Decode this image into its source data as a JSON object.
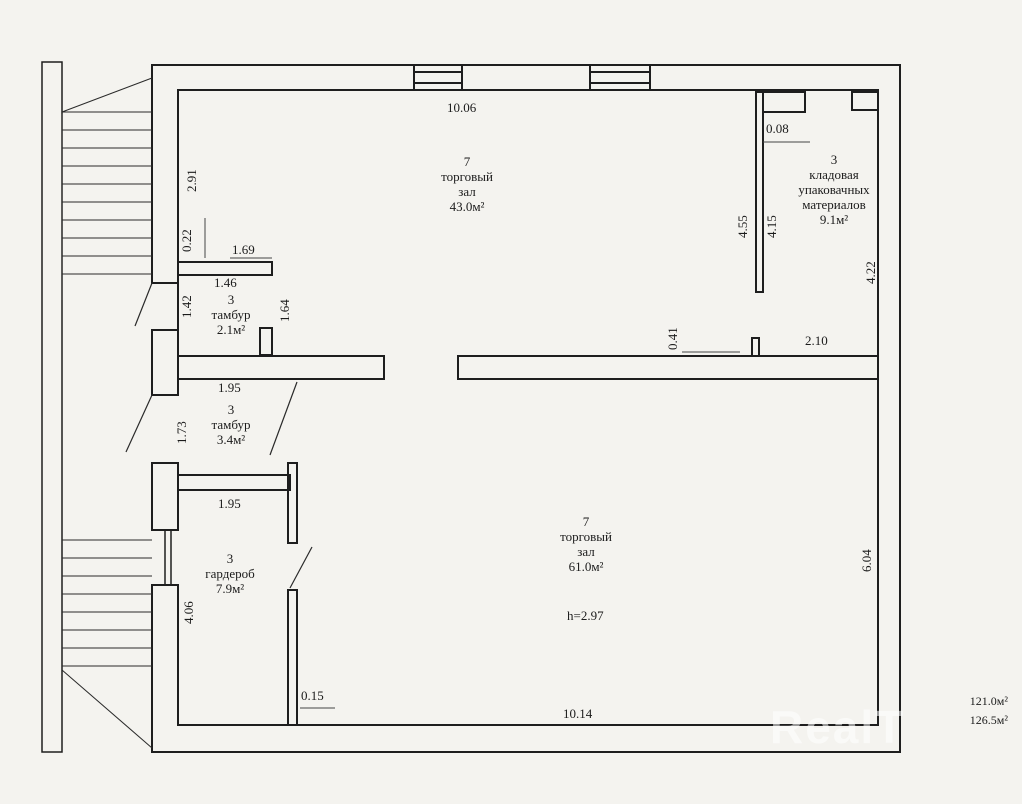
{
  "rooms": {
    "hall_top": {
      "num": "7",
      "name": "торговый",
      "sub": "зал",
      "area": "43.0м²"
    },
    "storage": {
      "num": "3",
      "name": "кладовая",
      "name2": "упаковачных",
      "name3": "материалов",
      "area": "9.1м²"
    },
    "vestibule1": {
      "num": "3",
      "name": "тамбур",
      "area": "2.1м²"
    },
    "vestibule2": {
      "num": "3",
      "name": "тамбур",
      "area": "3.4м²"
    },
    "wardrobe": {
      "num": "3",
      "name": "гардероб",
      "area": "7.9м²"
    },
    "hall_bottom": {
      "num": "7",
      "name": "торговый",
      "sub": "зал",
      "area": "61.0м²",
      "height": "h=2.97"
    }
  },
  "dims": {
    "top_width": "10.06",
    "storage_gap": "0.08",
    "left_upper": "2.91",
    "left_small": "0.22",
    "wall_len_a": "1.69",
    "vest1_w": "1.46",
    "vest1_h": "1.42",
    "vest1_side": "1.64",
    "storage_h1": "4.55",
    "storage_h2": "4.15",
    "right_upper": "4.22",
    "wall_gap": "0.41",
    "wall_right": "2.10",
    "vest2_w": "1.95",
    "vest2_h": "1.73",
    "ward_w": "1.95",
    "ward_h": "4.06",
    "right_lower": "6.04",
    "door_gap": "0.15",
    "bottom_width": "10.14"
  },
  "totals": {
    "area1": "121.0м²",
    "area2": "126.5м²"
  },
  "watermark": "RealT"
}
